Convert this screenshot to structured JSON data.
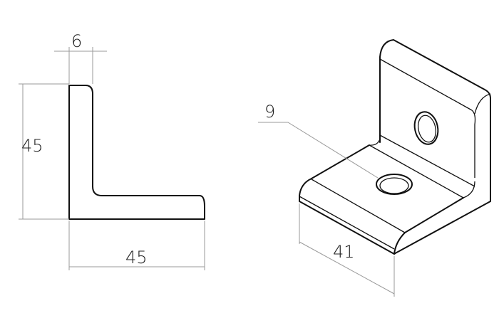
{
  "drawing": {
    "side_view": {
      "thickness_label": "6",
      "height_label": "45",
      "width_label": "45"
    },
    "isometric_view": {
      "hole_diameter_label": "9",
      "depth_label": "41"
    }
  }
}
